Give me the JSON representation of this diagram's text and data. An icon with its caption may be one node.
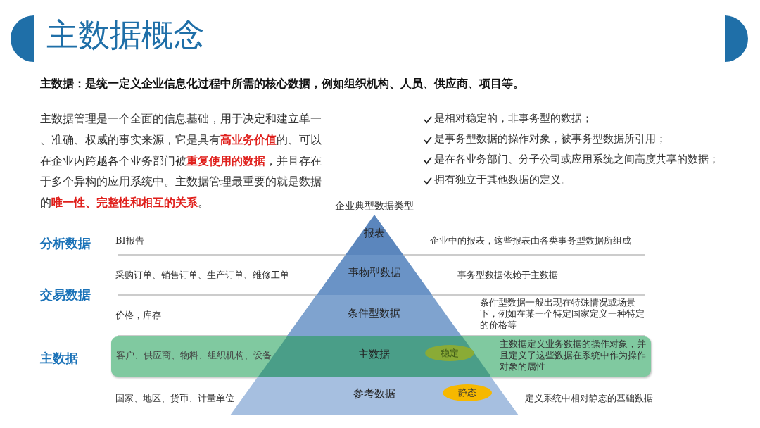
{
  "diagram": {
    "title": "主数据概念",
    "nodes": [
      {
        "text": [
          "报表"
        ],
        "beside": [
          "企业典型数据类型"
        ]
      },
      {
        "text": [
          "事物型数据"
        ]
      },
      {
        "text": [
          "条件型数据"
        ]
      },
      {
        "text": [
          "客户、供应商、物料、组织机构、设备",
          "主数据定义业务数据的操作对象，并且定义了这些数据在系统中作为操作对象的属性"
        ]
      },
      {
        "text": [
          "主数据"
        ],
        "in": 3
      },
      {
        "text": [
          "参考数据"
        ]
      },
      {
        "text": [
          "稳定"
        ],
        "in": 4
      },
      {
        "text": [
          "静态"
        ],
        "in": 5
      }
    ],
    "edges": [],
    "labels": [
      "主数据：是统一定义企业信息化过程中所需的核心数据，例如组织机构、人员、供应商、项目等。",
      "主数据管理是一个全面的信息基础，用于决定和建立单一、准确、权威的事实来源，它是具有**高业务价值**的、可以在企业内跨越各个业务部门被**重复使用的数据**，并且存在于多个异构的应用系统中。主数据管理最重要的就是数据的**唯一性、完整性和相互的关系**。",
      "是相对稳定的，非事务型的数据；",
      "是事务型数据的操作对象，被事务型数据所引用；",
      "是在各业务部门、分子公司或应用系统之间高度共享的数据；",
      "拥有独立于其他数据的定义。",
      "分析数据",
      "BI报告",
      "企业中的报表，这些报表由各类事务型数据所组成",
      "采购订单、销售订单、生产订单、维修工单",
      "事务型数据依赖于主数据",
      "交易数据",
      "价格，库存",
      "条件型数据一般出现在特殊情况或场景下，例如在某一个特定国家定义一种特定的价格等",
      "主数据",
      "国家、地区、货币、计量单位",
      "定义系统中相对静态的基础数据"
    ]
  }
}
